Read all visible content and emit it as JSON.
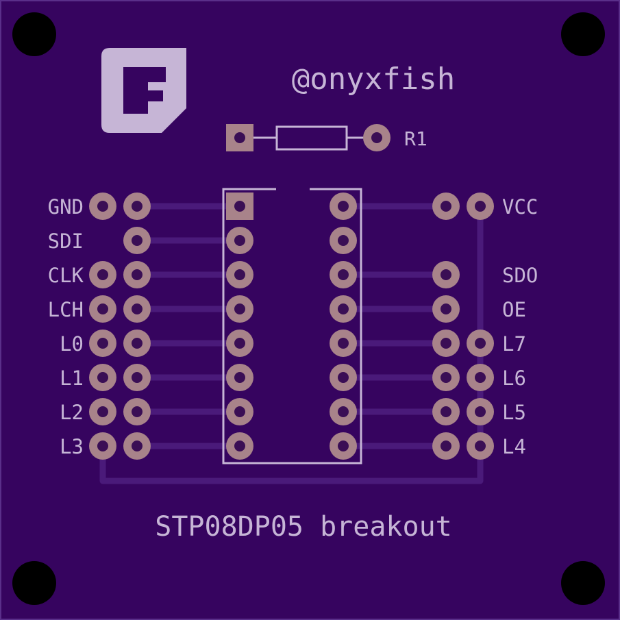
{
  "colors": {
    "board": "#36045f",
    "board_edge": "#5a2f8a",
    "trace": "#4a1a7a",
    "silk": "#c6b5d6",
    "pad_ring": "#a8838a",
    "hole": "#3a0e55",
    "mount_hole": "#000000"
  },
  "logo": {
    "icon": "onyxfish-logo-icon"
  },
  "silkscreen": {
    "handle": "@onyxfish",
    "resistor_label": "R1",
    "board_title": "STP08DP05 breakout"
  },
  "left_header": {
    "labels": [
      "GND",
      "SDI",
      "CLK",
      "LCH",
      "L0",
      "L1",
      "L2",
      "L3"
    ]
  },
  "right_header": {
    "labels": [
      "VCC",
      "",
      "SDO",
      "OE",
      "L7",
      "L6",
      "L5",
      "L4"
    ]
  }
}
